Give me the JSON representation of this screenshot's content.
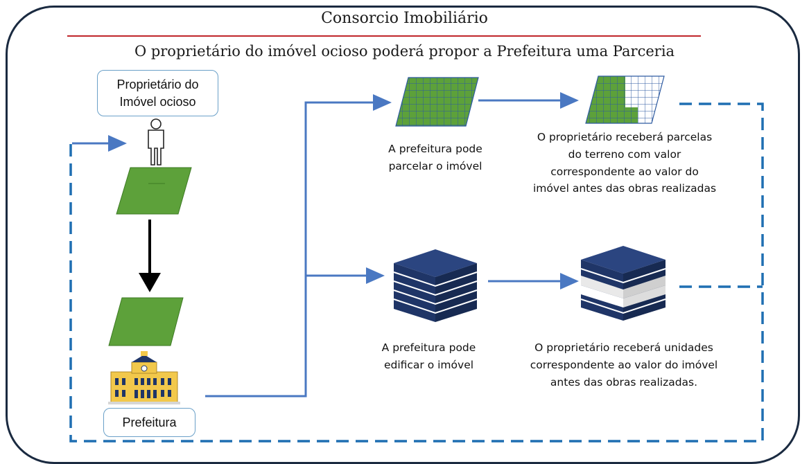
{
  "header": {
    "title": "Consorcio Imobiliário",
    "subtitle": "O proprietário do imóvel ocioso poderá propor a Prefeitura uma Parceria"
  },
  "nodes": {
    "owner_label": "Proprietário do Imóvel ocioso",
    "city_label": "Prefeitura"
  },
  "captions": {
    "parcel": "A prefeitura pode parcelar o imóvel",
    "parcel_result": "O proprietário receberá parcelas do terreno com valor correspondente  ao valor do imóvel antes das obras realizadas",
    "build": "A prefeitura  pode edificar o imóvel",
    "build_result": "O proprietário receberá unidades correspondente  ao valor do imóvel antes das obras realizadas."
  },
  "colors": {
    "frame": "#1a2a40",
    "title_rule": "#c0252a",
    "flow_arrow": "#4a78c2",
    "dashed_return": "#1f6fb2",
    "land_green": "#5da13a",
    "building_navy": "#1f3567"
  }
}
